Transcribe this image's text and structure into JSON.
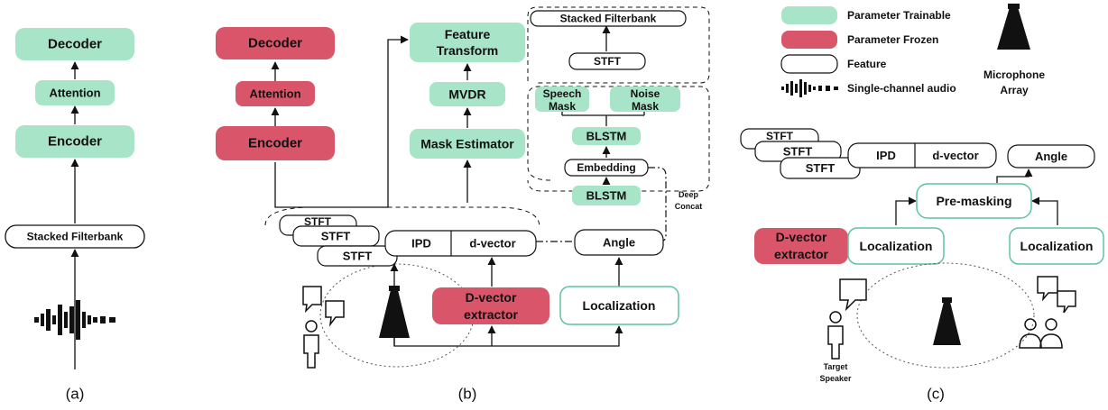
{
  "colors": {
    "trainable": "#a8e4c8",
    "frozen": "#d9566a",
    "feature_border": "#111111",
    "localization_border": "#5fc4a0"
  },
  "legend": {
    "trainable": "Parameter Trainable",
    "frozen": "Parameter Frozen",
    "feature": "Feature",
    "audio": "Single-channel audio",
    "mic_line1": "Microphone",
    "mic_line2": "Array"
  },
  "panel_a": {
    "decoder": "Decoder",
    "attention": "Attention",
    "encoder": "Encoder",
    "stacked_fbank": "Stacked Filterbank",
    "caption": "(a)"
  },
  "panel_b": {
    "decoder": "Decoder",
    "attention": "Attention",
    "encoder": "Encoder",
    "feature_transform_line1": "Feature",
    "feature_transform_line2": "Transform",
    "mvdr": "MVDR",
    "mask_estimator": "Mask Estimator",
    "stacked_fbank": "Stacked Filterbank",
    "stft_top": "STFT",
    "speech_mask_line1": "Speech",
    "speech_mask_line2": "Mask",
    "noise_mask_line1": "Noise",
    "noise_mask_line2": "Mask",
    "blstm_upper": "BLSTM",
    "embedding": "Embedding",
    "blstm_lower": "BLSTM",
    "deep_concat_line1": "Deep",
    "deep_concat_line2": "Concat",
    "stft_stack": [
      "STFT",
      "STFT",
      "STFT"
    ],
    "ipd": "IPD",
    "dvector": "d-vector",
    "angle": "Angle",
    "dvector_extractor_line1": "D-vector",
    "dvector_extractor_line2": "extractor",
    "localization": "Localization",
    "caption": "(b)"
  },
  "panel_c": {
    "stft_stack": [
      "STFT",
      "STFT",
      "STFT"
    ],
    "ipd": "IPD",
    "dvector": "d-vector",
    "angle": "Angle",
    "premasking": "Pre-masking",
    "dvector_extractor_line1": "D-vector",
    "dvector_extractor_line2": "extractor",
    "localization_left": "Localization",
    "localization_right": "Localization",
    "target_speaker_line1": "Target",
    "target_speaker_line2": "Speaker",
    "caption": "(c)"
  }
}
